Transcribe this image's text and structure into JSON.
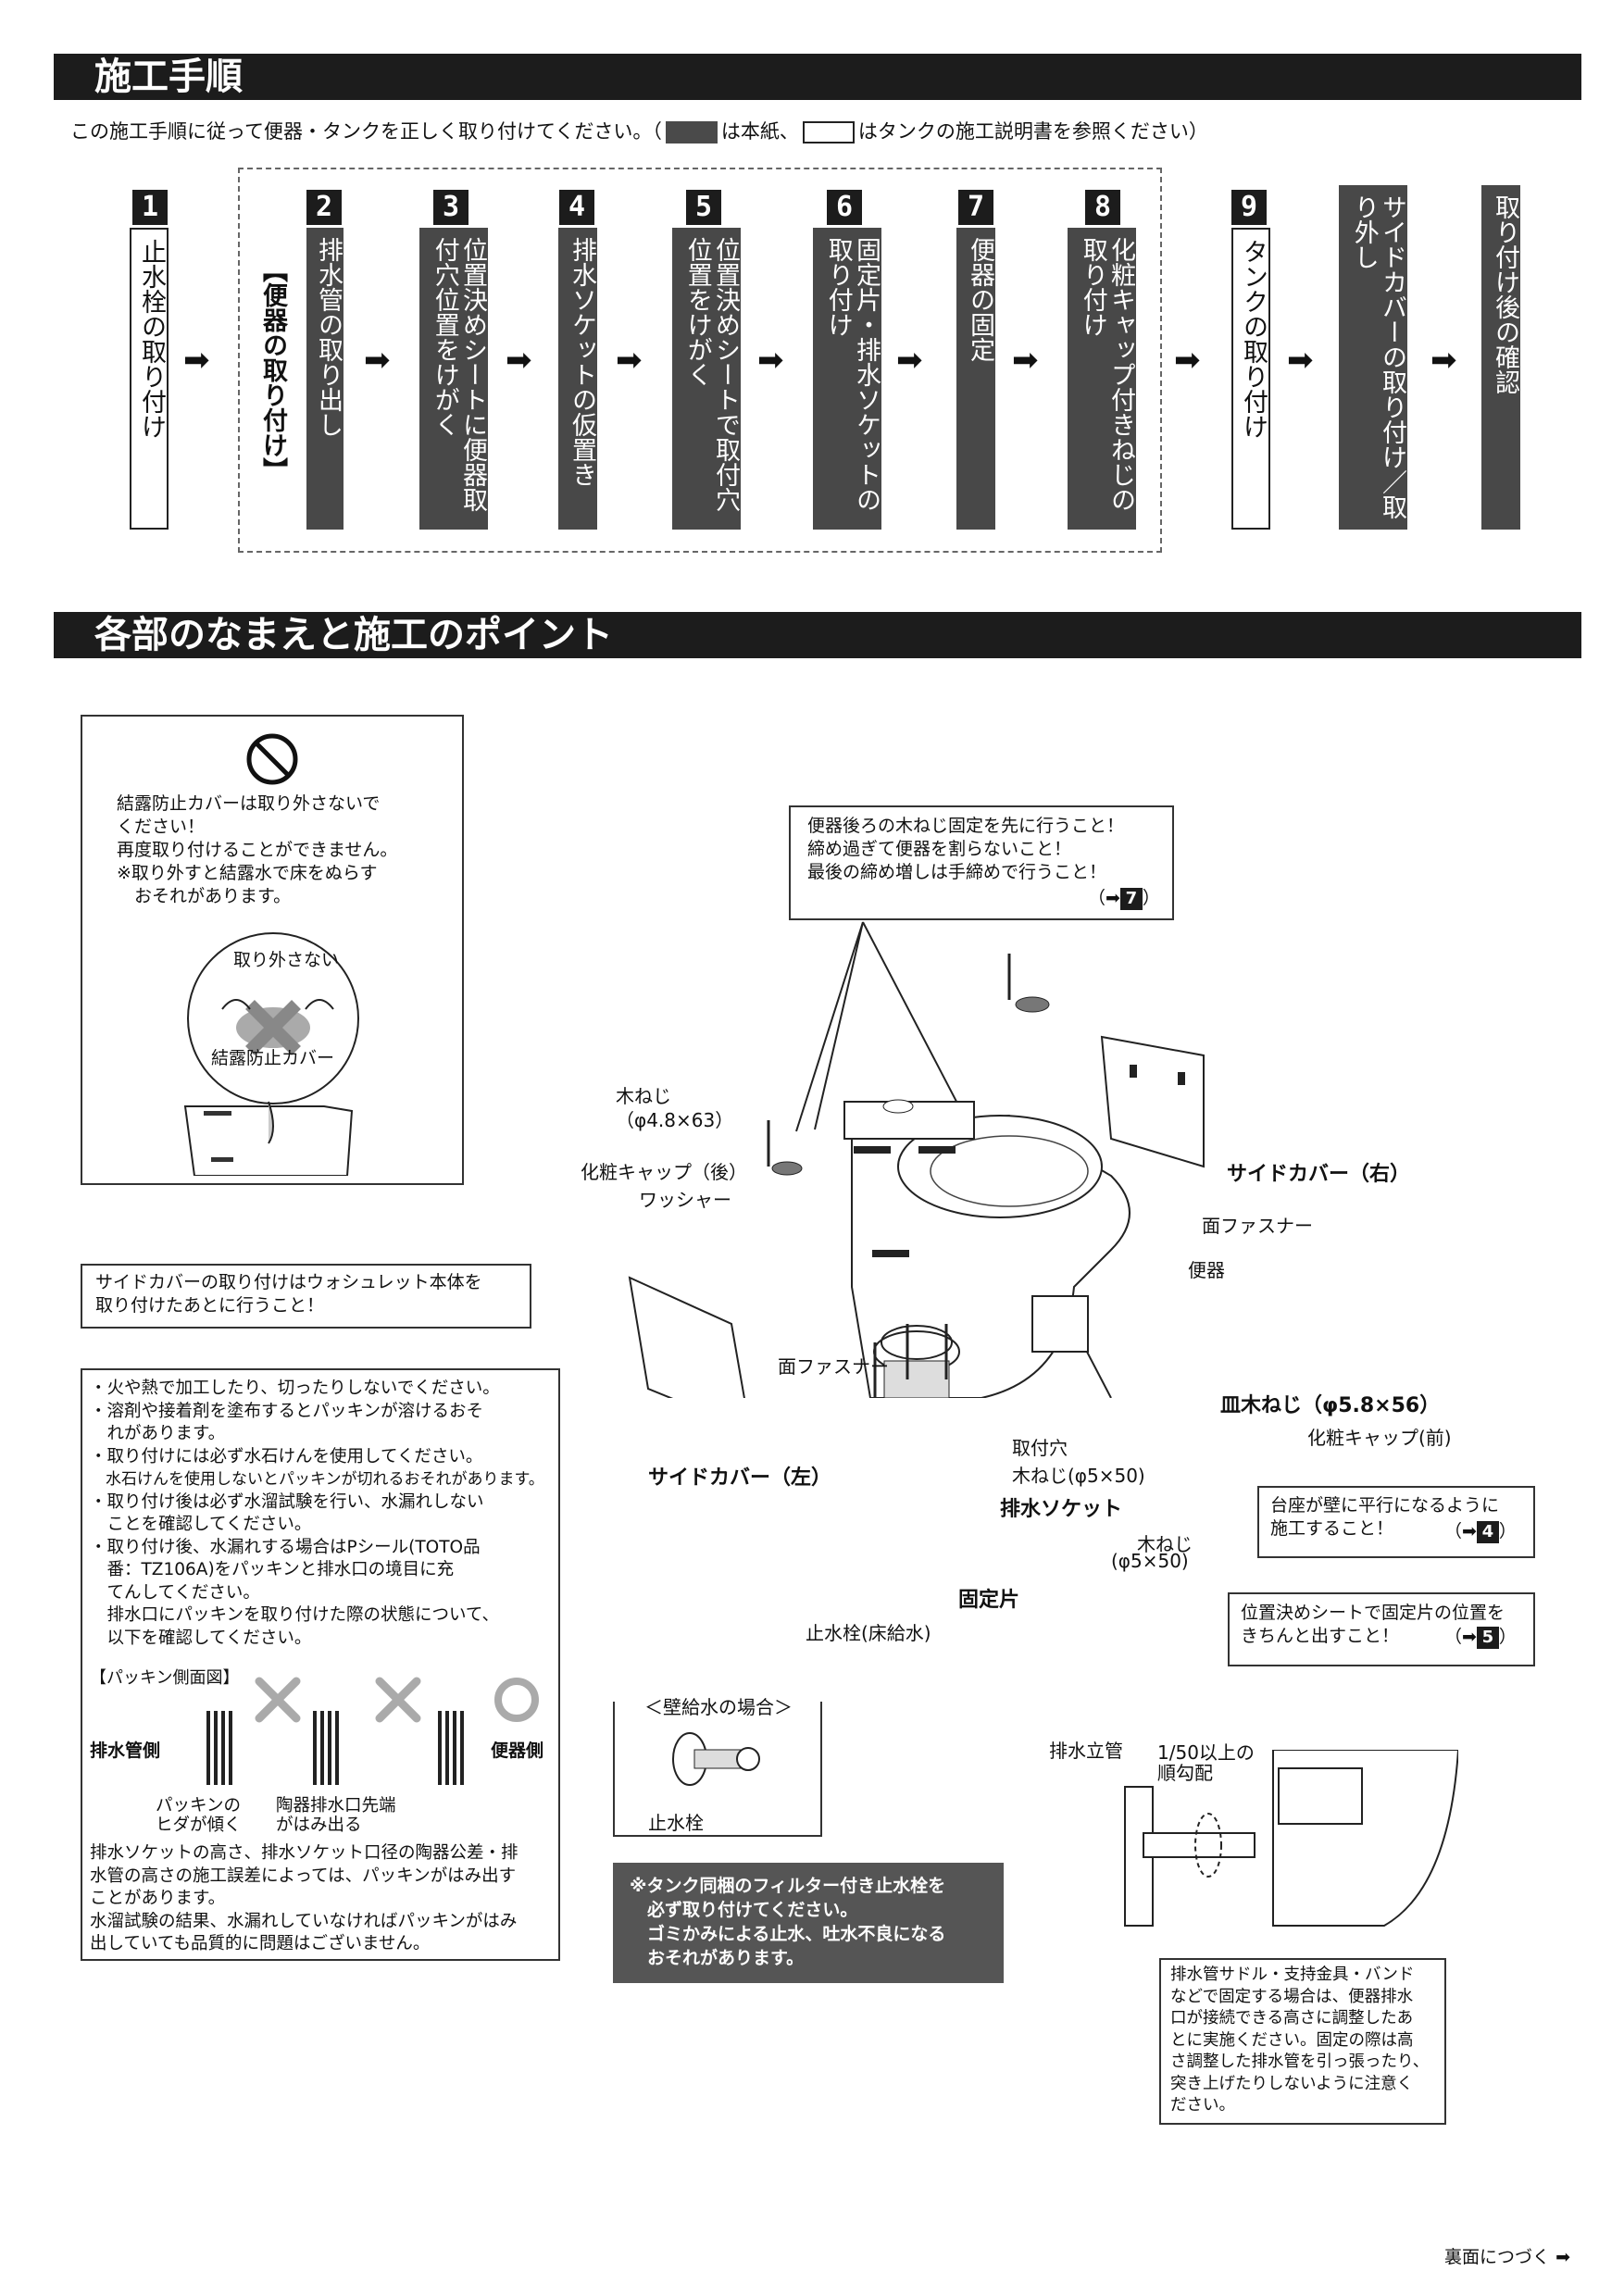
{
  "section1": {
    "title": "施工手順"
  },
  "intro": {
    "pre": "この施工手順に従って便器・タンクを正しく取り付けてください。（",
    "mid": "は本紙、",
    "post": "はタンクの施工説明書を参照ください）"
  },
  "steps": [
    {
      "num": "1",
      "label": "止水栓の取り付け"
    },
    {
      "num": "2",
      "label": "排水管の取り出し"
    },
    {
      "num": "3",
      "label": "位置決めシートに便器取付穴位置をけがく"
    },
    {
      "num": "4",
      "label": "排水ソケットの仮置き"
    },
    {
      "num": "5",
      "label": "位置決めシートで取付穴位置をけがく"
    },
    {
      "num": "6",
      "label": "固定片・排水ソケットの取り付け"
    },
    {
      "num": "7",
      "label": "便器の固定"
    },
    {
      "num": "8",
      "label": "化粧キャップ付きねじの取り付け"
    },
    {
      "num": "9",
      "label": "タンクの取り付け"
    },
    {
      "num": "",
      "label": "サイドカバーの取り付け／取り外し"
    },
    {
      "num": "",
      "label": "取り付け後の確認"
    }
  ],
  "group_label": "【便器の取り付け】",
  "arrow_glyph": "➡",
  "section2": {
    "title": "各部のなまえと施工のポイント"
  },
  "warning_box": {
    "lines": [
      "結露防止カバーは取り外さないで",
      "ください！",
      "再度取り付けることができません。",
      "※取り外すと結露水で床をぬらす",
      "　おそれがあります。"
    ],
    "no_remove": "取り外さない",
    "cover_label": "結露防止カバー"
  },
  "callout_top": {
    "lines": [
      "便器後ろの木ねじ固定を先に行うこと！",
      "締め過ぎて便器を割らないこと！",
      "最後の締め増しは手締めで行うこと！"
    ],
    "ref": "7"
  },
  "callout_side": {
    "lines": [
      "サイドカバーの取り付けはウォシュレット本体を",
      "取り付けたあとに行うこと！"
    ]
  },
  "callout_base": {
    "lines": [
      "台座が壁に平行になるように",
      "施工すること！"
    ],
    "ref": "4"
  },
  "callout_fix": {
    "lines": [
      "位置決めシートで固定片の位置を",
      "きちんと出すこと！"
    ],
    "ref": "5"
  },
  "parts": {
    "wood_screw_top": "木ねじ",
    "wood_screw_top_size": "（φ4.8×63）",
    "cap_rear": "化粧キャップ（後）",
    "washer": "ワッシャー",
    "side_cover_right": "サイドカバー（右）",
    "fastener_top": "面ファスナー",
    "toilet": "便器",
    "fastener_mid": "面ファスナー",
    "countersunk": "皿木ねじ（φ5.8×56）",
    "cap_front": "化粧キャップ(前)",
    "mount_hole": "取付穴",
    "wood_screw_mid": "木ねじ(φ5×50)",
    "drain_socket": "排水ソケット",
    "wood_screw_b1": "木ねじ",
    "wood_screw_b2": "(φ5×50)",
    "side_cover_left": "サイドカバー（左）",
    "fixing_piece": "固定片",
    "stop_valve_floor": "止水栓(床給水)",
    "wall_supply": "＜壁給水の場合＞",
    "stop_valve": "止水栓",
    "drain_riser": "排水立管",
    "slope1": "1/50以上の",
    "slope2": "順勾配"
  },
  "notes_box": {
    "lines": [
      "・火や熱で加工したり、切ったりしないでください。",
      "・溶剤や接着剤を塗布するとパッキンが溶けるおそ",
      "　れがあります。",
      "・取り付けには必ず水石けんを使用してください。",
      "　水石けんを使用しないとパッキンが切れるおそれがあります。",
      "・取り付け後は必ず水溜試験を行い、水漏れしない",
      "　ことを確認してください。",
      "・取り付け後、水漏れする場合はPシール(TOTO品",
      "　番：TZ106A)をパッキンと排水口の境目に充",
      "　てんしてください。",
      "　排水口にパッキンを取り付けた際の状態について、",
      "　以下を確認してください。"
    ],
    "figure_title": "【パッキン側面図】",
    "pipe_side": "排水管側",
    "toilet_side": "便器側",
    "cap1a": "パッキンの",
    "cap1b": "ヒダが傾く",
    "cap2a": "陶器排水口先端",
    "cap2b": "がはみ出る",
    "bottom_lines": [
      "排水ソケットの高さ、排水ソケット口径の陶器公差・排",
      "水管の高さの施工誤差によっては、パッキンがはみ出す",
      "ことがあります。",
      "水溜試験の結果、水漏れしていなければパッキンがはみ",
      "出していても品質的に問題はございません。"
    ]
  },
  "filter_note": {
    "lines": [
      "※タンク同梱のフィルター付き止水栓を",
      "　必ず取り付けてください。",
      "　ゴミかみによる止水、吐水不良になる",
      "　おそれがあります。"
    ]
  },
  "saddle_note": {
    "lines": [
      "排水管サドル・支持金具・バンド",
      "などで固定する場合は、便器排水",
      "口が接続できる高さに調整したあ",
      "とに実施ください。固定の際は高",
      "さ調整した排水管を引っ張ったり、",
      "突き上げたりしないように注意く",
      "ださい。"
    ]
  },
  "footer": {
    "continue": "裏面につづく"
  }
}
